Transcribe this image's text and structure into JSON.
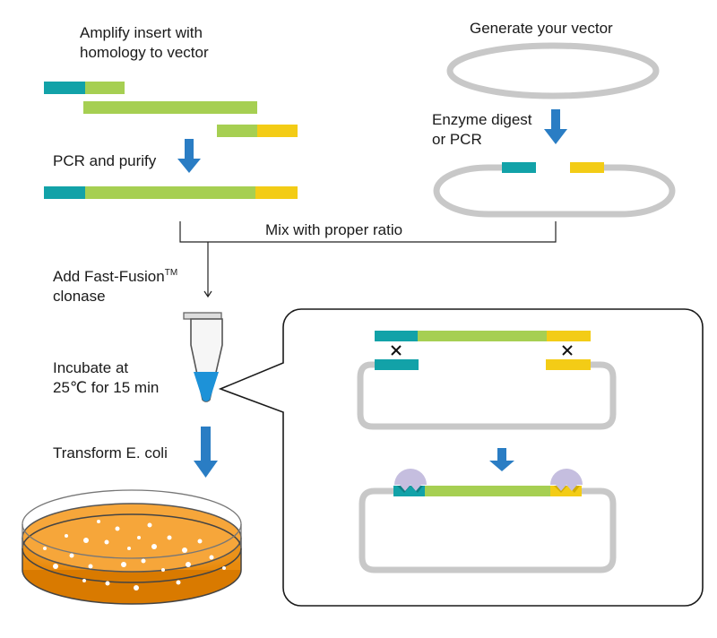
{
  "labels": {
    "amplify_line1": "Amplify insert with",
    "amplify_line2": "homology to vector",
    "generate": "Generate your vector",
    "enzyme_line1": "Enzyme digest",
    "enzyme_line2": "or PCR",
    "pcr_purify": "PCR and purify",
    "mix": "Mix with proper ratio",
    "add_line1": "Add Fast-Fusion",
    "add_tm": "TM",
    "add_line2": "clonase",
    "incubate_line1": "Incubate at",
    "incubate_line2": "25℃ for 15 min",
    "transform": "Transform E. coli"
  },
  "colors": {
    "teal": "#12a2a8",
    "green": "#a6cf52",
    "yellow": "#f3cc16",
    "vector_gray": "#c8c8c8",
    "arrow_blue": "#2a7dc4",
    "agar_orange": "#f29a1d",
    "liquid_blue": "#1d92d8",
    "enzyme_lilac": "#c5bedf"
  },
  "icons": {
    "process_arrow": "blue-down-arrow",
    "crossing_mark": "x-mark",
    "petri_dish": "petri-dish-with-colonies",
    "tube": "microcentrifuge-tube",
    "enzyme": "exonuclease-pacman"
  }
}
